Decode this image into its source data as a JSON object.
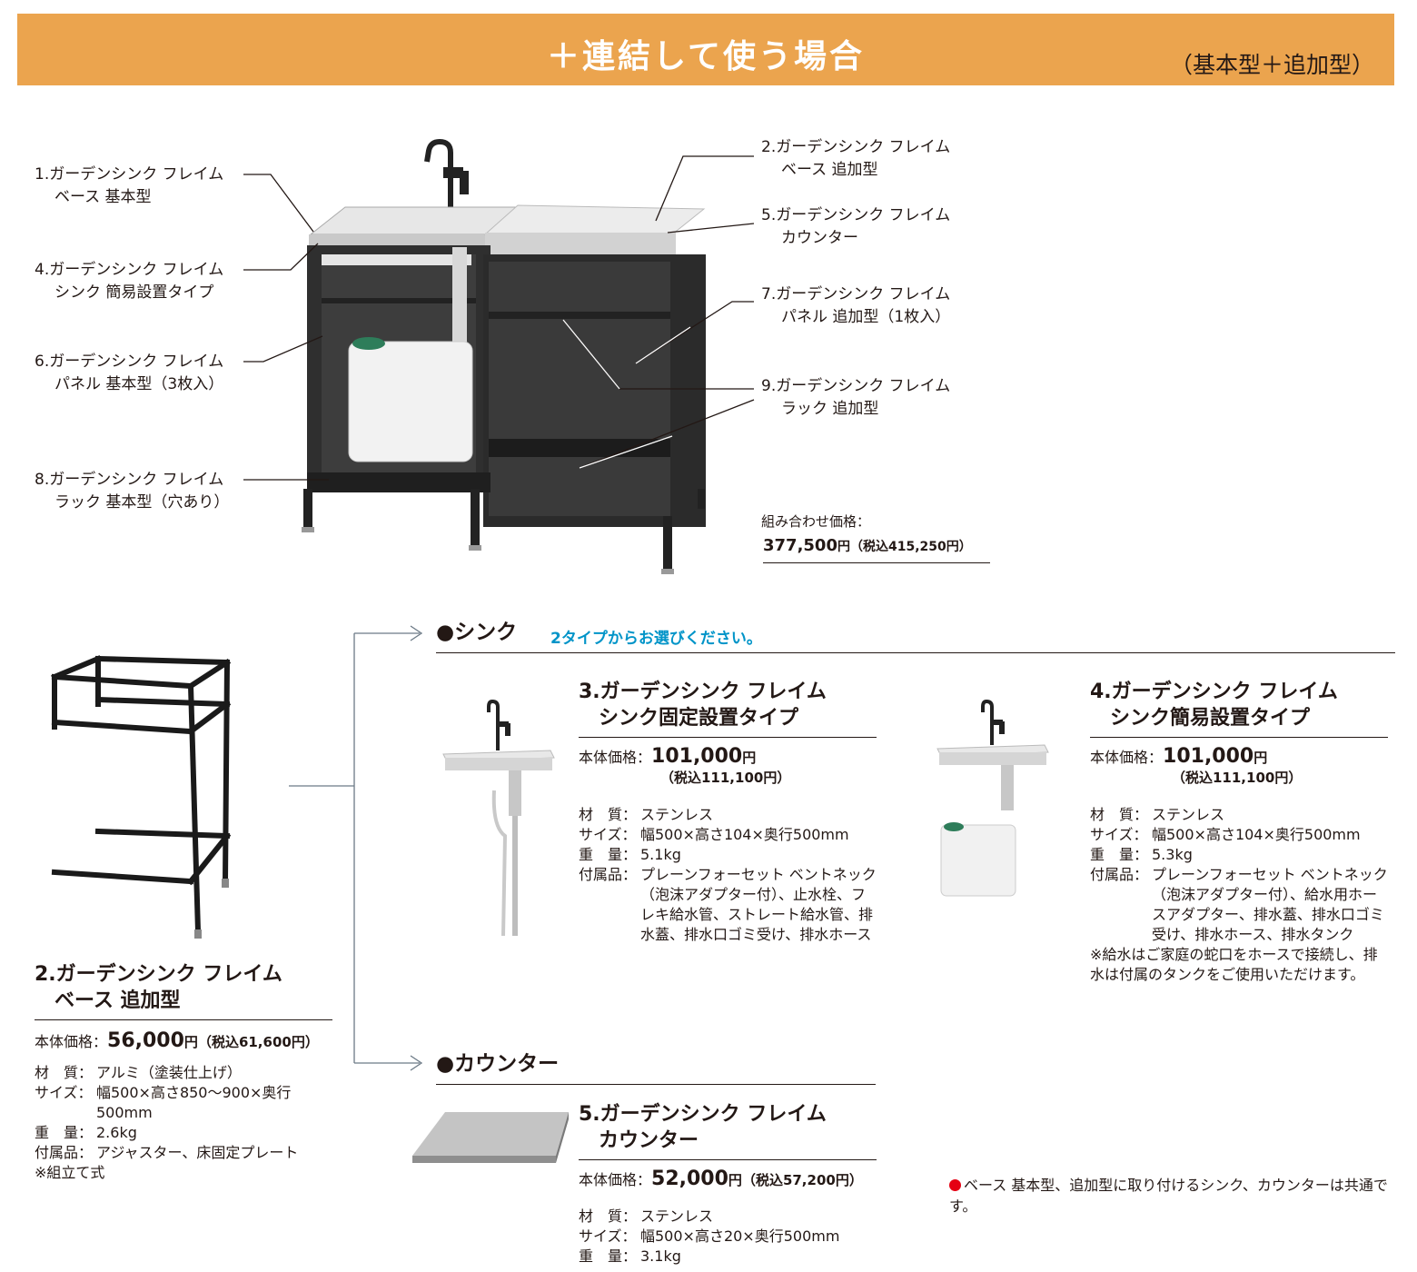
{
  "banner": {
    "title": "＋連結して使う場合",
    "subtitle": "（基本型＋追加型）"
  },
  "callouts": {
    "c1": {
      "l1": "1.ガーデンシンク フレイム",
      "l2": "ベース 基本型"
    },
    "c4": {
      "l1": "4.ガーデンシンク フレイム",
      "l2": "シンク 簡易設置タイプ"
    },
    "c6": {
      "l1": "6.ガーデンシンク フレイム",
      "l2": "パネル 基本型（3枚入）"
    },
    "c8": {
      "l1": "8.ガーデンシンク フレイム",
      "l2": "ラック 基本型（穴あり）"
    },
    "c2": {
      "l1": "2.ガーデンシンク フレイム",
      "l2": "ベース 追加型"
    },
    "c5": {
      "l1": "5.ガーデンシンク フレイム",
      "l2": "カウンター"
    },
    "c7": {
      "l1": "7.ガーデンシンク フレイム",
      "l2": "パネル 追加型（1枚入）"
    },
    "c9": {
      "l1": "9.ガーデンシンク フレイム",
      "l2": "ラック 追加型"
    }
  },
  "combo": {
    "label": "組み合わせ価格：",
    "price": "377,500",
    "unit": "円",
    "tax": "（税込415,250円）"
  },
  "sink_section": {
    "heading": "●シンク",
    "note": "2タイプからお選びください。"
  },
  "counter_section": {
    "heading": "●カウンター"
  },
  "products": {
    "p2": {
      "l1": "2.ガーデンシンク フレイム",
      "l2": "ベース 追加型",
      "price_label": "本体価格：",
      "price": "56,000",
      "unit": "円",
      "tax": "（税込61,600円）",
      "specs": [
        {
          "k": "材　質：",
          "v": "アルミ（塗装仕上げ）"
        },
        {
          "k": "サイズ：",
          "v": "幅500×高さ850～900×奥行500mm"
        },
        {
          "k": "重　量：",
          "v": "2.6kg"
        },
        {
          "k": "付属品：",
          "v": "アジャスター、床固定プレート"
        }
      ],
      "note": "※組立て式"
    },
    "p3": {
      "l1": "3.ガーデンシンク フレイム",
      "l2": "シンク固定設置タイプ",
      "price_label": "本体価格：",
      "price": "101,000",
      "unit": "円",
      "tax": "（税込111,100円）",
      "specs": [
        {
          "k": "材　質：",
          "v": "ステンレス"
        },
        {
          "k": "サイズ：",
          "v": "幅500×高さ104×奥行500mm"
        },
        {
          "k": "重　量：",
          "v": "5.1kg"
        },
        {
          "k": "付属品：",
          "v": "プレーンフォーセット ベントネック（泡沫アダプター付）、止水栓、フレキ給水管、ストレート給水管、排水蓋、排水口ゴミ受け、排水ホース"
        }
      ]
    },
    "p4": {
      "l1": "4.ガーデンシンク フレイム",
      "l2": "シンク簡易設置タイプ",
      "price_label": "本体価格：",
      "price": "101,000",
      "unit": "円",
      "tax": "（税込111,100円）",
      "specs": [
        {
          "k": "材　質：",
          "v": "ステンレス"
        },
        {
          "k": "サイズ：",
          "v": "幅500×高さ104×奥行500mm"
        },
        {
          "k": "重　量：",
          "v": "5.3kg"
        },
        {
          "k": "付属品：",
          "v": "プレーンフォーセット ベントネック（泡沫アダプター付）、給水用ホースアダプター、排水蓋、排水口ゴミ受け、排水ホース、排水タンク"
        }
      ],
      "note": "※給水はご家庭の蛇口をホースで接続し、排水は付属のタンクをご使用いただけます。"
    },
    "p5": {
      "l1": "5.ガーデンシンク フレイム",
      "l2": "カウンター",
      "price_label": "本体価格：",
      "price": "52,000",
      "unit": "円",
      "tax": "（税込57,200円）",
      "specs": [
        {
          "k": "材　質：",
          "v": "ステンレス"
        },
        {
          "k": "サイズ：",
          "v": "幅500×高さ20×奥行500mm"
        },
        {
          "k": "重　量：",
          "v": "3.1kg"
        }
      ]
    }
  },
  "footnote": "ベース 基本型、追加型に取り付けるシンク、カウンターは共通です。",
  "colors": {
    "banner": "#eba44e",
    "note_blue": "#0094c8",
    "dot_red": "#e50012",
    "frame": "#2b2b2b"
  }
}
